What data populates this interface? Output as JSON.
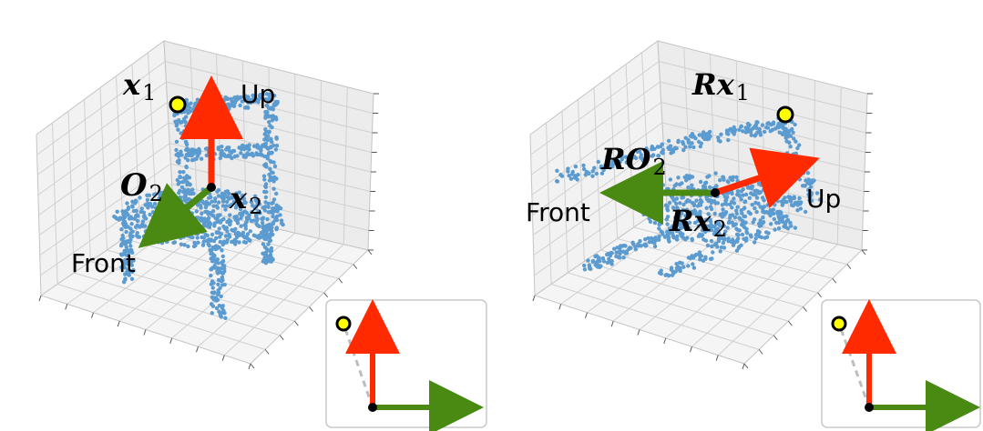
{
  "colors": {
    "point_cloud": "#5b9bd0",
    "up_arrow": "#ff2a00",
    "front_arrow": "#4a8a12",
    "keypoint_fill": "#ffff00",
    "grid": "#d0d0d0",
    "inset_border": "#c8c8c8"
  },
  "panels": [
    {
      "id": "original",
      "labels": {
        "point1_main": "x",
        "point1_sub": "1",
        "origin_main": "O",
        "origin_sub": "2",
        "point2_main": "x",
        "point2_sub": "2",
        "up": "Up",
        "front": "Front"
      }
    },
    {
      "id": "rotated",
      "labels": {
        "point1_main": "Rx",
        "point1_sub": "1",
        "origin_main": "RO",
        "origin_sub": "2",
        "point2_main": "Rx",
        "point2_sub": "2",
        "up": "Up",
        "front": "Front"
      }
    }
  ],
  "icons": {
    "keypoint": "yellow-circle-icon",
    "up": "red-arrow-icon",
    "front": "green-arrow-icon",
    "inset": "canonical-frame-icon"
  }
}
